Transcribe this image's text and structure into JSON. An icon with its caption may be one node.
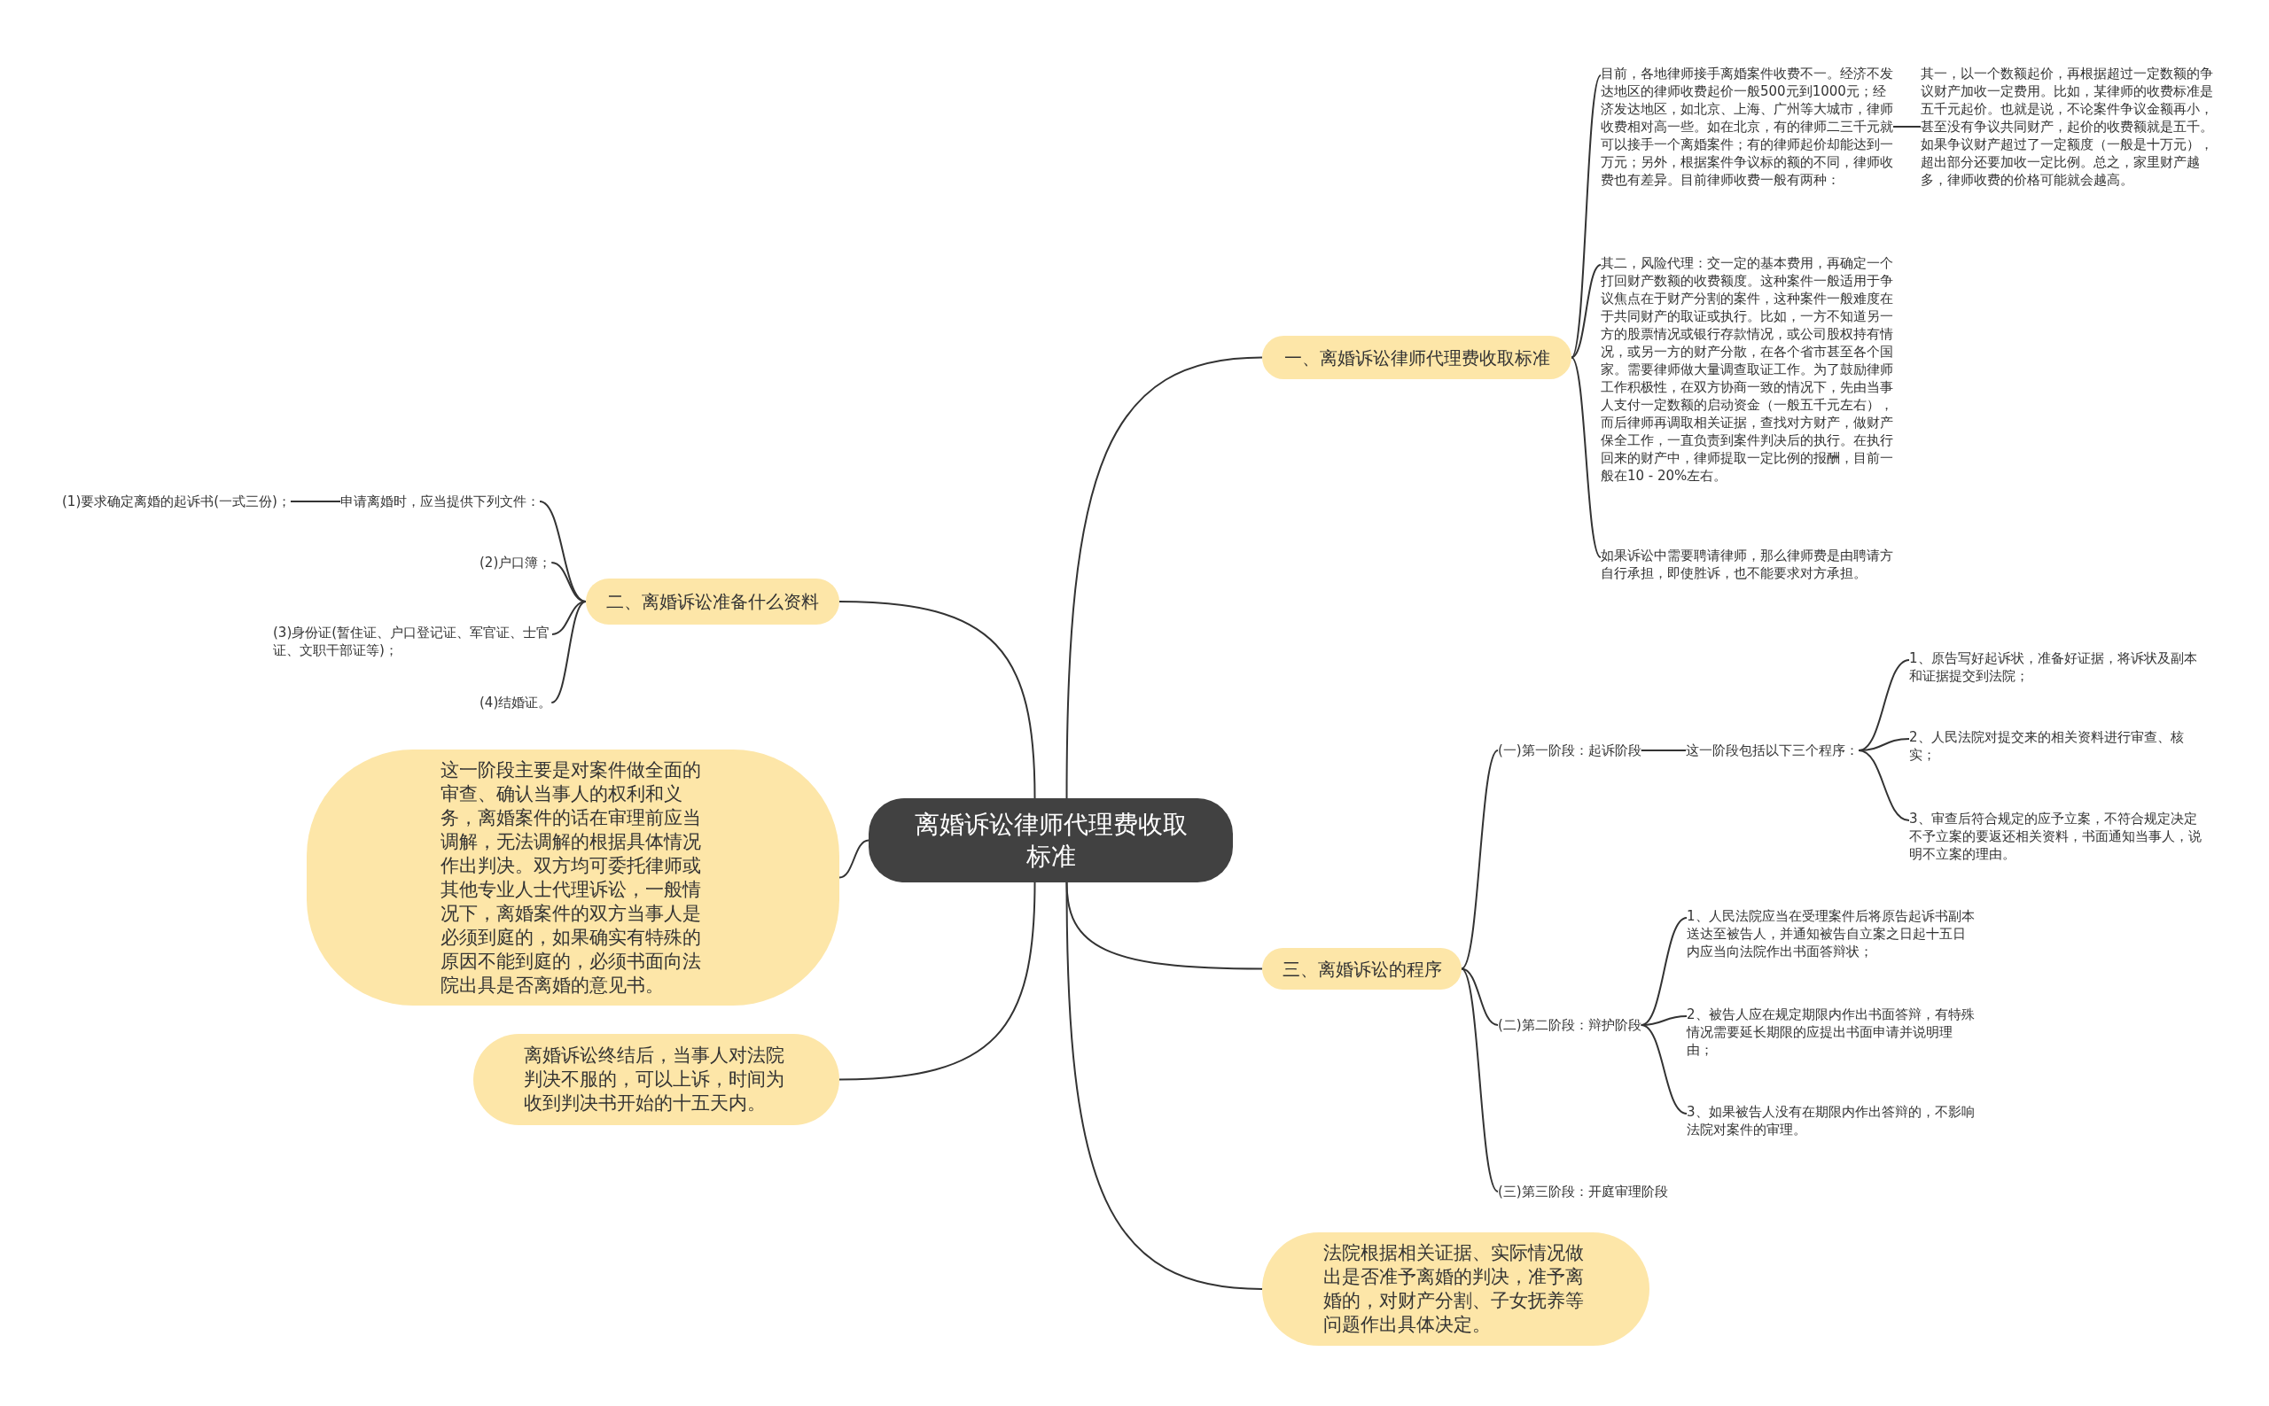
{
  "diagram": {
    "nodes": [
      {
        "text": [
          "离婚诉讼律师代理费收取标准"
        ]
      },
      {
        "text": [
          "一、离婚诉讼律师代理费收取标准"
        ]
      },
      {
        "text": [
          "目前，各地律师接手离婚案件收费不一。经济不发达地区的律师收费起价一般500元到1000元；经济发达地区，如北京、上海、广州等大城市，律师收费相对高一些。如在北京，有的律师二三千元就可以接手一个离婚案件；有的律师起价却能达到一万元；另外，根据案件争议标的额的不同，律师收费也有差异。目前律师收费一般有两种："
        ]
      },
      {
        "text": [
          "其一，以一个数额起价，再根据超过一定数额的争议财产加收一定费用。比如，某律师的收费标准是五千元起价。也就是说，不论案件争议金额再小，甚至没有争议共同财产，起价的收费额就是五千。如果争议财产超过了一定额度（一般是十万元），超出部分还要加收一定比例。总之，家里财产越多，律师收费的价格可能就会越高。"
        ]
      },
      {
        "text": [
          "其二，风险代理：交一定的基本费用，再确定一个打回财产数额的收费额度。这种案件一般适用于争议焦点在于财产分割的案件，这种案件一般难度在于共同财产的取证或执行。比如，一方不知道另一方的股票情况或银行存款情况，或公司股权持有情况，或另一方的财产分散，在各个省市甚至各个国家。需要律师做大量调查取证工作。为了鼓励律师工作积极性，在双方协商一致的情况下，先由当事人支付一定数额的启动资金（一般五千元左右），而后律师再调取相关证据，查找对方财产，做财产保全工作，一直负责到案件判决后的执行。在执行回来的财产中，律师提取一定比例的报酬，目前一般在10 - 20%左右。"
        ]
      },
      {
        "text": [
          "如果诉讼中需要聘请律师，那么律师费是由聘请方自行承担，即使胜诉，也不能要求对方承担。"
        ]
      },
      {
        "text": [
          "二、离婚诉讼准备什么资料"
        ]
      },
      {
        "text": [
          "申请离婚时，应当提供下列文件："
        ]
      },
      {
        "text": [
          "(1)要求确定离婚的起诉书(一式三份)；"
        ]
      },
      {
        "text": [
          "(2)户口簿；"
        ]
      },
      {
        "text": [
          "(3)身份证(暂住证、户口登记证、军官证、士官证、文职干部证等)；"
        ]
      },
      {
        "text": [
          "(4)结婚证。"
        ]
      },
      {
        "text": [
          "这一阶段主要是对案件做全面的审查、确认当事人的权利和义务，离婚案件的话在审理前应当调解，无法调解的根据具体情况作出判决。双方均可委托律师或其他专业人士代理诉讼，一般情况下，离婚案件的双方当事人是必须到庭的，如果确实有特殊的原因不能到庭的，必须书面向法院出具是否离婚的意见书。"
        ]
      },
      {
        "text": [
          "离婚诉讼终结后，当事人对法院判决不服的，可以上诉，时间为收到判决书开始的十五天内。"
        ]
      },
      {
        "text": [
          "三、离婚诉讼的程序"
        ]
      },
      {
        "text": [
          "(一)第一阶段：起诉阶段"
        ]
      },
      {
        "text": [
          "这一阶段包括以下三个程序："
        ]
      },
      {
        "text": [
          "1、原告写好起诉状，准备好证据，将诉状及副本和证据提交到法院；"
        ]
      },
      {
        "text": [
          "2、人民法院对提交来的相关资料进行审查、核实；"
        ]
      },
      {
        "text": [
          "3、审查后符合规定的应予立案，不符合规定决定不予立案的要返还相关资料，书面通知当事人，说明不立案的理由。"
        ]
      },
      {
        "text": [
          "(二)第二阶段：辩护阶段"
        ]
      },
      {
        "text": [
          "1、人民法院应当在受理案件后将原告起诉书副本送达至被告人，并通知被告自立案之日起十五日内应当向法院作出书面答辩状；"
        ]
      },
      {
        "text": [
          "2、被告人应在规定期限内作出书面答辩，有特殊情况需要延长期限的应提出书面申请并说明理由；"
        ]
      },
      {
        "text": [
          "3、如果被告人没有在期限内作出答辩的，不影响法院对案件的审理。"
        ]
      },
      {
        "text": [
          "(三)第三阶段：开庭审理阶段"
        ]
      },
      {
        "text": [
          "法院根据相关证据、实际情况做出是否准予离婚的判决，准予离婚的，对财产分割、子女抚养等问题作出具体决定。"
        ]
      }
    ],
    "edges": [
      {
        "from": 0,
        "to": 1,
        "arrow": "none"
      },
      {
        "from": 0,
        "to": 6,
        "arrow": "none"
      },
      {
        "from": 0,
        "to": 12,
        "arrow": "none"
      },
      {
        "from": 0,
        "to": 13,
        "arrow": "none"
      },
      {
        "from": 0,
        "to": 14,
        "arrow": "none"
      },
      {
        "from": 0,
        "to": 25,
        "arrow": "none"
      },
      {
        "from": 1,
        "to": 2,
        "arrow": "none"
      },
      {
        "from": 2,
        "to": 3,
        "arrow": "none"
      },
      {
        "from": 1,
        "to": 4,
        "arrow": "none"
      },
      {
        "from": 1,
        "to": 5,
        "arrow": "none"
      },
      {
        "from": 6,
        "to": 7,
        "arrow": "none"
      },
      {
        "from": 7,
        "to": 8,
        "arrow": "none"
      },
      {
        "from": 6,
        "to": 9,
        "arrow": "none"
      },
      {
        "from": 6,
        "to": 10,
        "arrow": "none"
      },
      {
        "from": 6,
        "to": 11,
        "arrow": "none"
      },
      {
        "from": 14,
        "to": 15,
        "arrow": "none"
      },
      {
        "from": 15,
        "to": 16,
        "arrow": "none"
      },
      {
        "from": 16,
        "to": 17,
        "arrow": "none"
      },
      {
        "from": 16,
        "to": 18,
        "arrow": "none"
      },
      {
        "from": 16,
        "to": 19,
        "arrow": "none"
      },
      {
        "from": 14,
        "to": 20,
        "arrow": "none"
      },
      {
        "from": 20,
        "to": 21,
        "arrow": "none"
      },
      {
        "from": 20,
        "to": 22,
        "arrow": "none"
      },
      {
        "from": 20,
        "to": 23,
        "arrow": "none"
      },
      {
        "from": 14,
        "to": 24,
        "arrow": "none"
      }
    ]
  }
}
